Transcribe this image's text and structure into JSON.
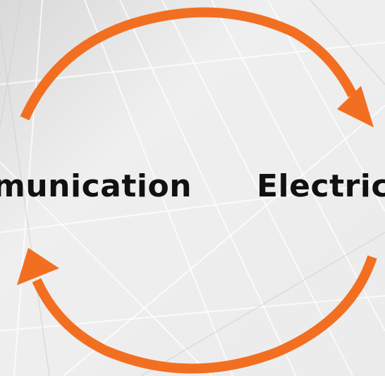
{
  "labels": {
    "left": "munication",
    "right": "Electrici"
  },
  "colors": {
    "arrow": "#f26f21",
    "background": "#e9e9e9",
    "text": "#111111"
  },
  "icons": {
    "top_arrow": "curved-arrow-clockwise",
    "bottom_arrow": "curved-arrow-clockwise"
  }
}
